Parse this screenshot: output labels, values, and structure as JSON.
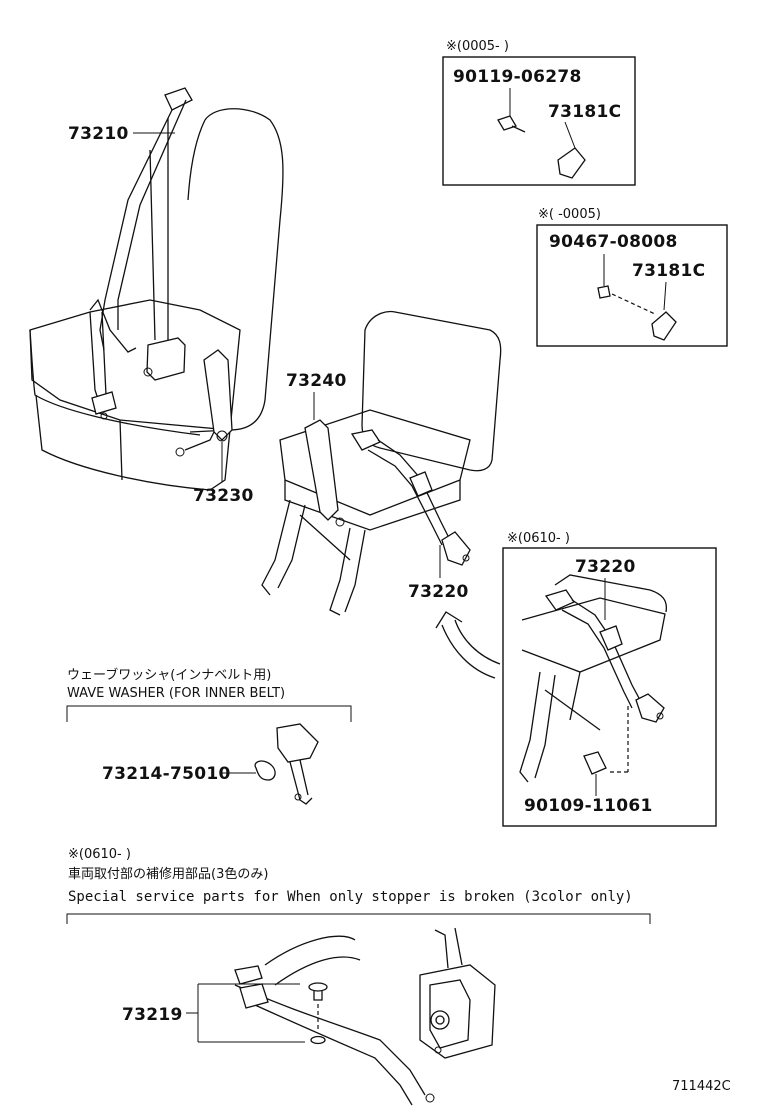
{
  "labels": {
    "p73210": "73210",
    "p73230": "73230",
    "p73240": "73240",
    "p73220_main": "73220",
    "p73220_box": "73220",
    "p73219": "73219",
    "p73214": "73214-75010",
    "box1_range": "※(0005-        )",
    "box1_bolt": "90119-06278",
    "box1_part": "73181C",
    "box2_range": "※(        -0005)",
    "box2_bolt": "90467-08008",
    "box2_part": "73181C",
    "box3_range": "※(0610-        )",
    "box3_bolt": "90109-11061",
    "note_jp": "ウェーブワッシャ(インナベルト用)",
    "note_en": "WAVE WASHER (FOR INNER BELT)",
    "special_range": "※(0610-        )",
    "special_jp": "車両取付部の補修用部品(3色のみ)",
    "special_en": "Special service parts for When only stopper is broken (3color only)",
    "diagram_id": "711442C"
  }
}
